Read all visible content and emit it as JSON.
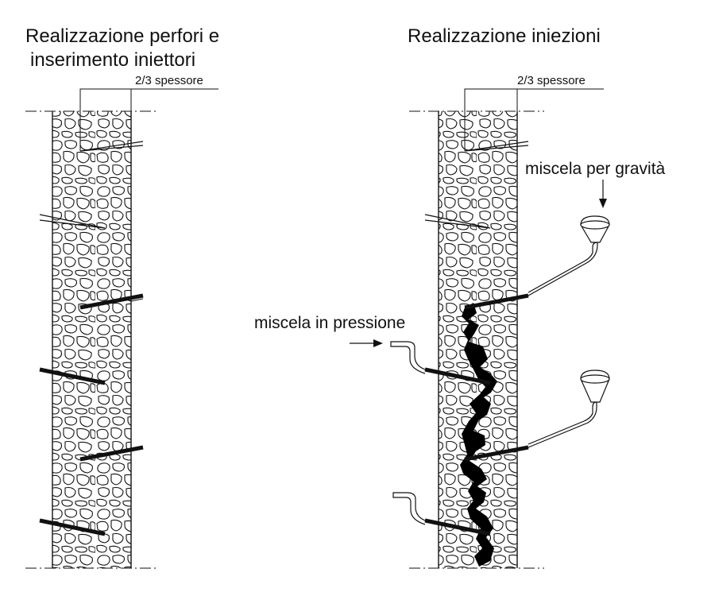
{
  "left_panel": {
    "title_line1": "Realizzazione perfori e",
    "title_line2": "inserimento iniettori",
    "thickness_label": "2/3 spessore"
  },
  "right_panel": {
    "title": "Realizzazione iniezioni",
    "thickness_label": "2/3 spessore",
    "gravity_label": "miscela per gravità",
    "pressure_label": "miscela in pressione"
  },
  "colors": {
    "stroke": "#111111",
    "grout": "#000000",
    "background": "#ffffff"
  }
}
